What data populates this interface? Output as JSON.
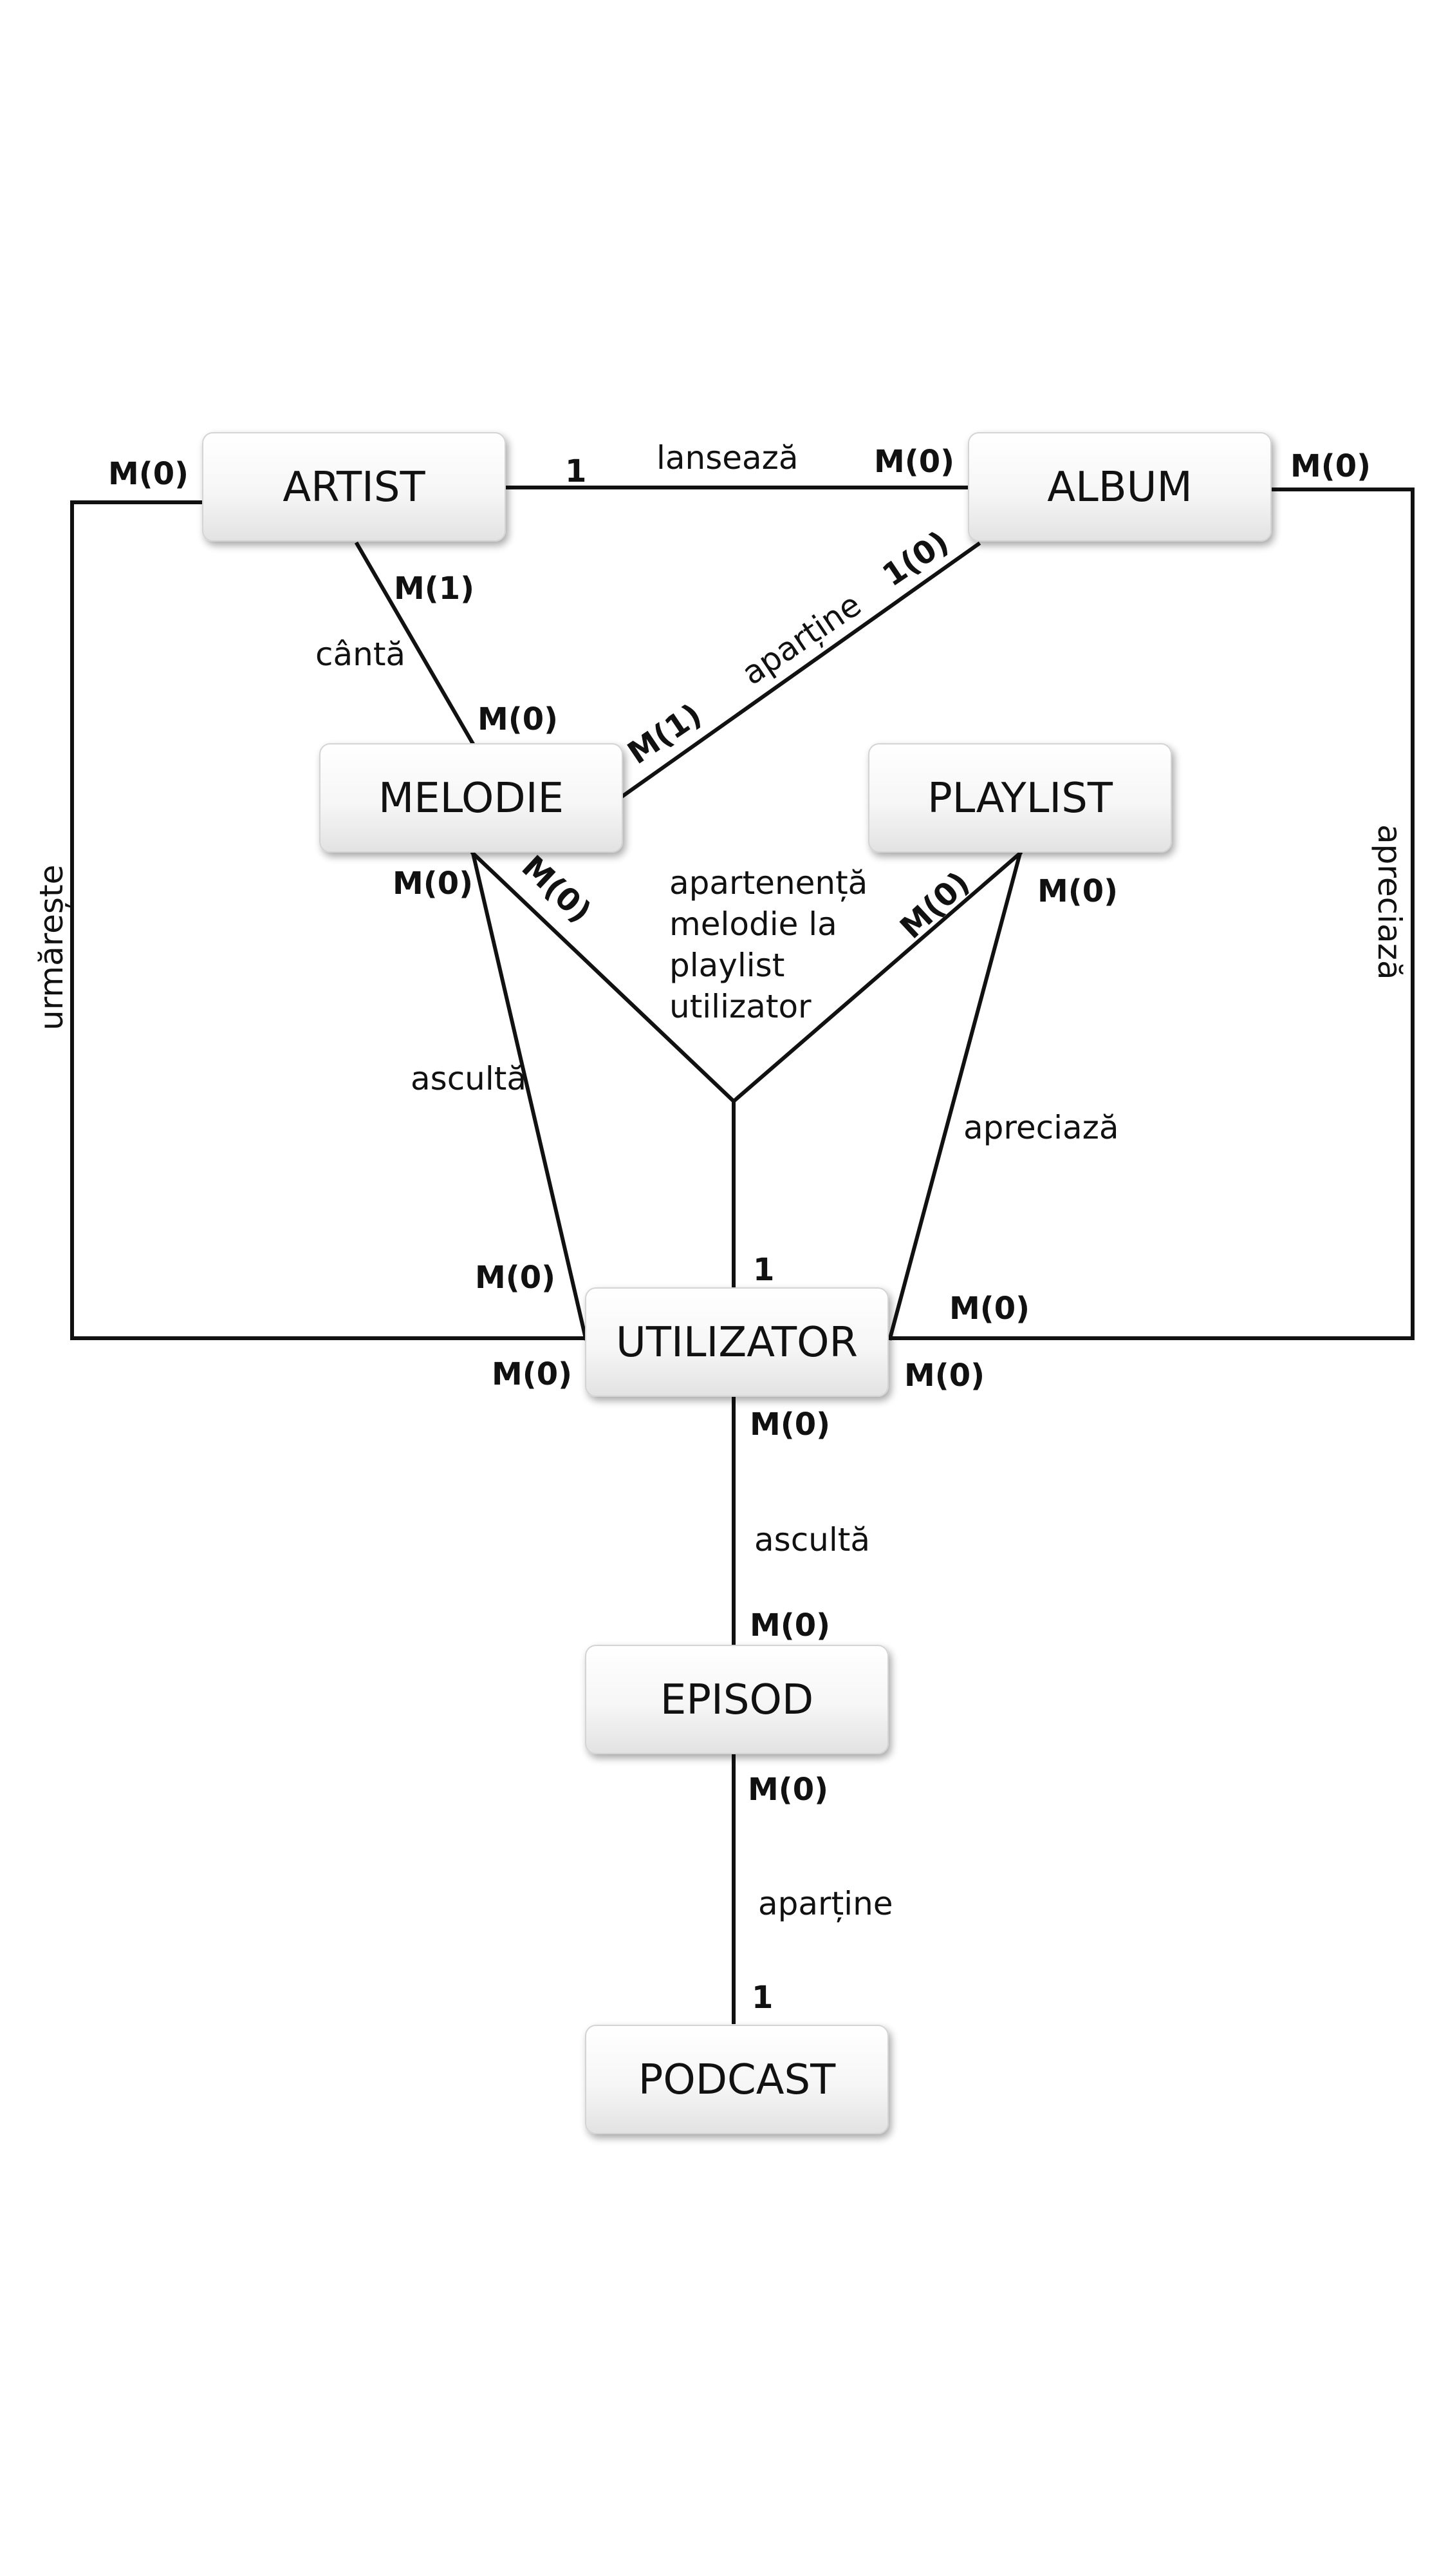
{
  "entities": {
    "artist": "ARTIST",
    "album": "ALBUM",
    "melodie": "MELODIE",
    "playlist": "PLAYLIST",
    "utilizator": "UTILIZATOR",
    "episod": "EPISOD",
    "podcast": "PODCAST"
  },
  "relationships": {
    "lanseaza": "lansează",
    "canta": "cântă",
    "apartine_album": "aparține",
    "apartenenta_line1": "apartenență",
    "apartenenta_line2": "melodie la",
    "apartenenta_line3": "playlist",
    "apartenenta_line4": "utilizator",
    "asculta_melodie": "ascultă",
    "apreciaza_playlist": "apreciază",
    "urmareste": "urmărește",
    "apreciaza_album": "apreciază",
    "asculta_episod": "ascultă",
    "apartine_podcast": "aparține"
  },
  "cardinalities": {
    "artist_urmareste": "M(0)",
    "artist_lanseaza": "1",
    "album_lanseaza": "M(0)",
    "album_apreciaza": "M(0)",
    "artist_canta": "M(1)",
    "melodie_canta": "M(0)",
    "album_apartine": "1(0)",
    "melodie_apartine": "M(1)",
    "melodie_asculta": "M(0)",
    "melodie_apartenenta": "M(0)",
    "playlist_apartenenta": "M(0)",
    "playlist_apreciaza": "M(0)",
    "utilizator_asculta_melodie": "M(0)",
    "utilizator_urmareste": "M(0)",
    "utilizator_apartenenta": "1",
    "utilizator_apreciaza_playlist": "M(0)",
    "utilizator_apreciaza_album": "M(0)",
    "utilizator_asculta_episod": "M(0)",
    "episod_asculta": "M(0)",
    "episod_apartine": "M(0)",
    "podcast_apartine": "1"
  }
}
